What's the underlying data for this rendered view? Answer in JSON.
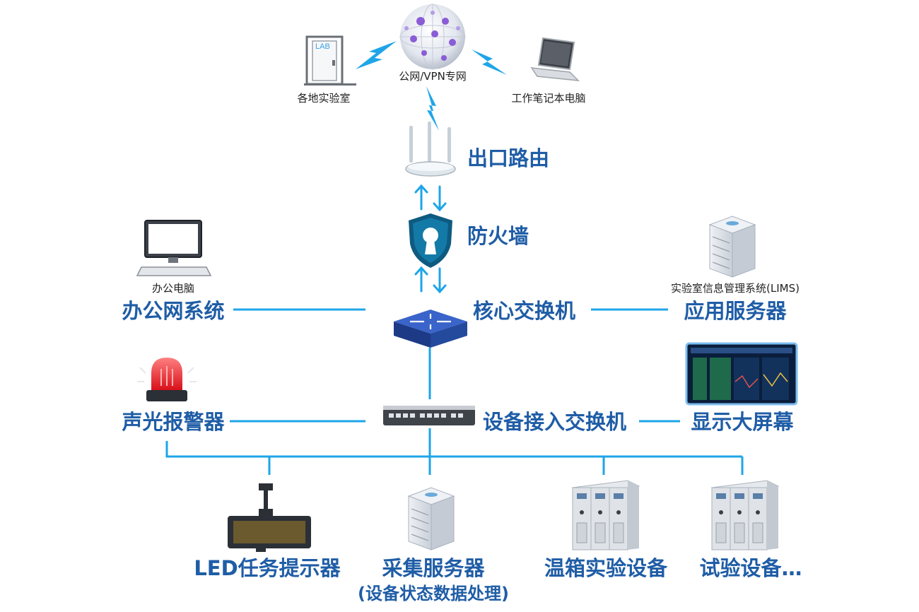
{
  "colors": {
    "line": "#1ea5e8",
    "label": "#1f5da6",
    "small_text": "#222222",
    "switch_top": "#3a64c9",
    "switch_side": "#1c3a85",
    "shield": "#0e5a80"
  },
  "icons": {
    "internet": "globe-icon",
    "lab": "lab-door-icon",
    "laptop": "laptop-icon",
    "router": "router-icon",
    "firewall": "shield-keyhole-icon",
    "core_switch": "core-switch-icon",
    "office_pc": "desktop-pc-icon",
    "lims_server": "server-tower-icon",
    "access_switch": "rack-switch-icon",
    "alarm": "alarm-light-icon",
    "big_screen": "display-screen-icon",
    "led_board": "led-board-icon",
    "collect_server": "server-tower-icon",
    "cabinet": "equipment-cabinet-icon"
  },
  "nodes": {
    "internet": "公网/VPN专网",
    "lab": "各地实验室",
    "laptop": "工作笔记本电脑",
    "router": "出口路由",
    "firewall": "防火墙",
    "core_switch": "核心交换机",
    "office_pc": "办公电脑",
    "office_system": "办公网系统",
    "lims": "实验室信息管理系统(LIMS)",
    "app_server": "应用服务器",
    "alarm": "声光报警器",
    "access_switch": "设备接入交换机",
    "big_screen": "显示大屏幕",
    "led_board": "LED任务提示器",
    "collect_server": "采集服务器",
    "collect_server_note": "(设备状态数据处理)",
    "incubator": "温箱实验设备",
    "test_equipment": "试验设备…",
    "lab_door_text": "LAB"
  }
}
